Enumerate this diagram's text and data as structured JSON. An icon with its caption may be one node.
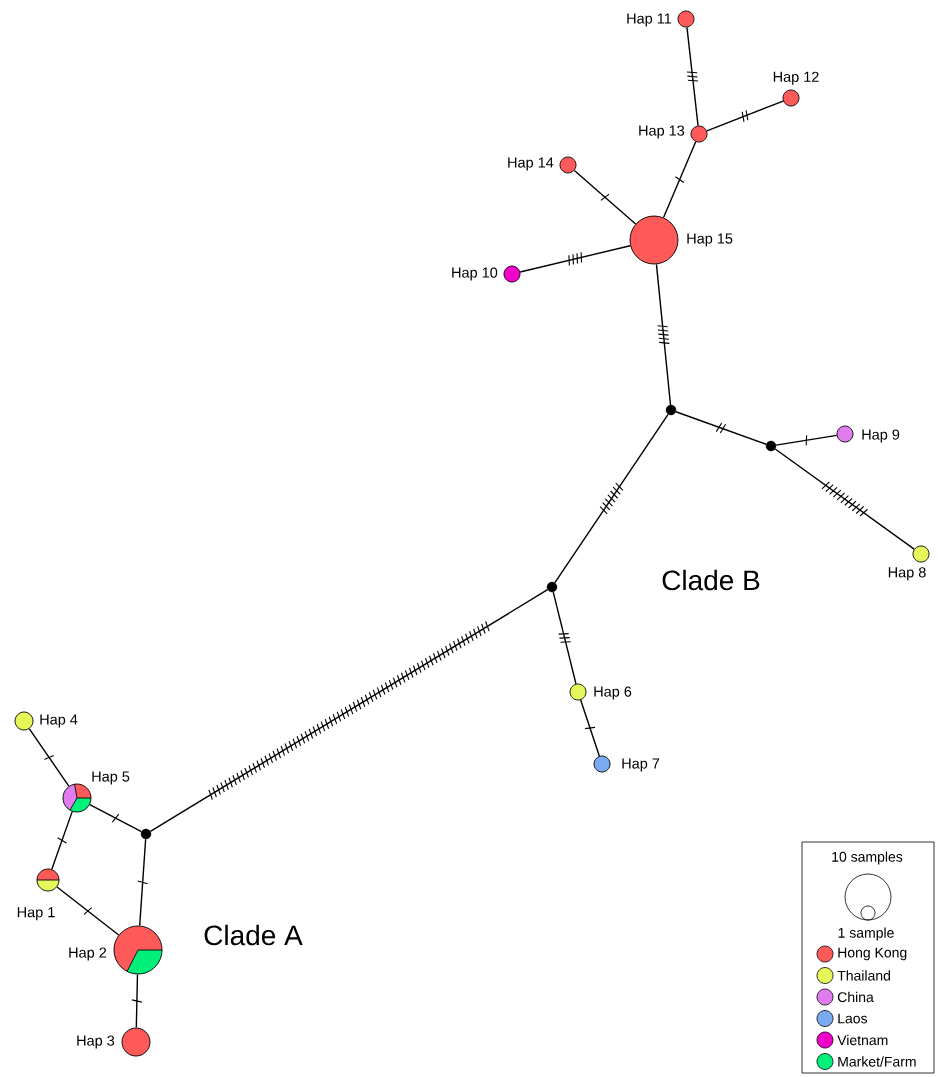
{
  "diagram": {
    "nodes": [
      {
        "text": [
          "Hap 1"
        ]
      },
      {
        "text": [
          "Hap 2"
        ]
      },
      {
        "text": [
          "Hap 3"
        ]
      },
      {
        "text": [
          "Hap 4"
        ]
      },
      {
        "text": [
          "Hap 5"
        ]
      },
      {
        "text": [
          "Hap 6"
        ]
      },
      {
        "text": [
          "Hap 7"
        ]
      },
      {
        "text": [
          "Hap 8"
        ]
      },
      {
        "text": [
          "Hap 9"
        ]
      },
      {
        "text": [
          "Hap 10"
        ]
      },
      {
        "text": [
          "Hap 11"
        ]
      },
      {
        "text": [
          "Hap 12"
        ]
      },
      {
        "text": [
          "Hap 13"
        ]
      },
      {
        "text": [
          "Hap 14"
        ]
      },
      {
        "text": [
          "Hap 15"
        ]
      },
      {
        "text": [],
        "shape": "circle"
      },
      {
        "text": [],
        "shape": "circle"
      },
      {
        "text": [],
        "shape": "circle"
      },
      {
        "text": [],
        "shape": "circle"
      }
    ],
    "edges": [
      {
        "from": 3,
        "to": 4,
        "arrow": "none"
      },
      {
        "from": 4,
        "to": 15,
        "arrow": "none"
      },
      {
        "from": 4,
        "to": 0,
        "arrow": "none"
      },
      {
        "from": 0,
        "to": 1,
        "arrow": "none"
      },
      {
        "from": 15,
        "to": 1,
        "arrow": "none"
      },
      {
        "from": 1,
        "to": 2,
        "arrow": "none"
      },
      {
        "from": 15,
        "to": 16,
        "arrow": "none"
      },
      {
        "from": 16,
        "to": 5,
        "arrow": "none"
      },
      {
        "from": 5,
        "to": 6,
        "arrow": "none"
      },
      {
        "from": 16,
        "to": 17,
        "arrow": "none"
      },
      {
        "from": 17,
        "to": 18,
        "arrow": "none"
      },
      {
        "from": 18,
        "to": 8,
        "arrow": "none"
      },
      {
        "from": 18,
        "to": 7,
        "arrow": "none"
      },
      {
        "from": 17,
        "to": 14,
        "arrow": "none"
      },
      {
        "from": 14,
        "to": 9,
        "arrow": "none"
      },
      {
        "from": 14,
        "to": 13,
        "arrow": "none"
      },
      {
        "from": 14,
        "to": 12,
        "arrow": "none"
      },
      {
        "from": 12,
        "to": 10,
        "arrow": "none"
      },
      {
        "from": 12,
        "to": 11,
        "arrow": "none"
      }
    ],
    "labels": [
      "Clade B",
      "Clade A",
      "10 samples",
      "1 sample"
    ],
    "legend": [
      {
        "text": "Hong Kong",
        "color": "#ff5a5a"
      },
      {
        "text": "Thailand",
        "color": "#e6f75a"
      },
      {
        "text": "China",
        "color": "#e07cf0"
      },
      {
        "text": "Laos",
        "color": "#7aabf0"
      },
      {
        "text": "Vietnam",
        "color": "#f000c8"
      },
      {
        "text": "Market/Farm",
        "color": "#00f07a"
      }
    ]
  }
}
